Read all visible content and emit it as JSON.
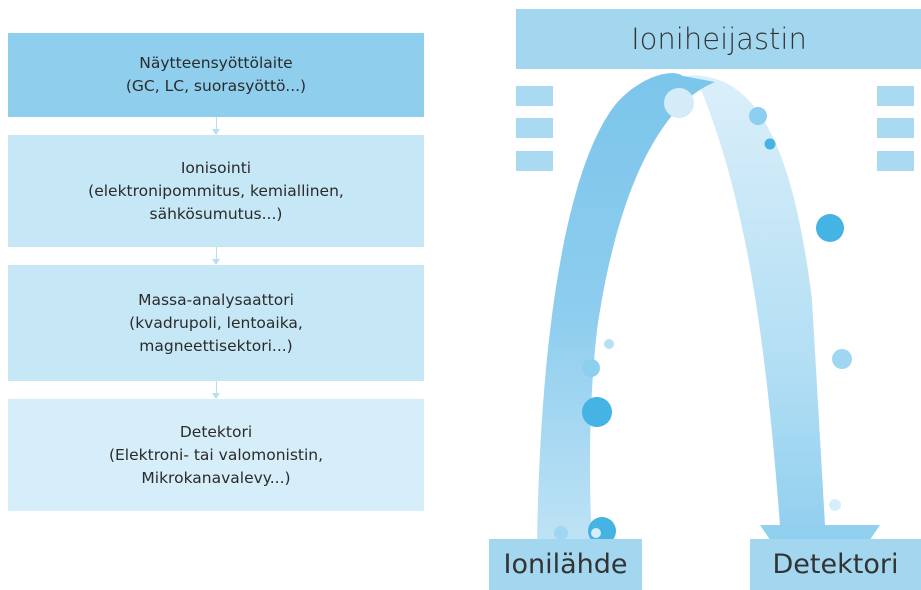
{
  "flowchart": {
    "sampler": {
      "title": "Näytteensyöttölaite",
      "detail": "(GC, LC, suorasyöttö...)"
    },
    "ionization": {
      "title": "Ionisointi",
      "detail1": "(elektronipommitus, kemiallinen,",
      "detail2": "sähkösumutus...)"
    },
    "analyzer": {
      "title": "Massa-analysaattori",
      "detail1": "(kvadrupoli, lentoaika,",
      "detail2": "magneettisektori...)"
    },
    "detector": {
      "title": "Detektori",
      "detail1": "(Elektroni- tai valomonistin,",
      "detail2": "Mikrokanavalevy...)"
    }
  },
  "tof_diagram": {
    "reflector_label": "Ioniheijastin",
    "ion_source_label": "Ionilähde",
    "detector_label": "Detektori"
  },
  "colors": {
    "box_dark": "#8fcfed",
    "box_light": "#c6e7f6",
    "beam_left": "#7fc7ec",
    "beam_right": "#a9dcf4",
    "ion_dark": "#45b3e3",
    "ion_light": "#8ccfef"
  }
}
